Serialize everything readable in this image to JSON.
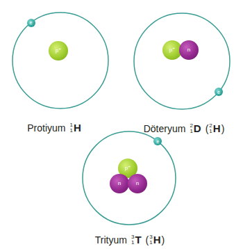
{
  "diagram": {
    "nodes": [
      {
        "text": [
          "Protiyum",
          "1",
          "1",
          "H"
        ]
      },
      {
        "text": [
          "p⁺"
        ],
        "in": 0
      },
      {
        "text": [
          "e"
        ],
        "in": 0
      },
      {
        "text": [
          "Döteryum",
          "2",
          "1",
          "D",
          "(",
          "2",
          "1",
          "H",
          ")"
        ]
      },
      {
        "text": [
          "p⁺"
        ],
        "in": 3
      },
      {
        "text": [
          "n"
        ],
        "in": 3
      },
      {
        "text": [
          "e"
        ],
        "in": 3
      },
      {
        "text": [
          "Trityum",
          "3",
          "1",
          "T",
          "(",
          "3",
          "1",
          "H",
          ")"
        ]
      },
      {
        "text": [
          "p⁺"
        ],
        "in": 7
      },
      {
        "text": [
          "n"
        ],
        "in": 7
      },
      {
        "text": [
          "n"
        ],
        "in": 7
      },
      {
        "text": [
          "e"
        ],
        "in": 7
      }
    ]
  }
}
